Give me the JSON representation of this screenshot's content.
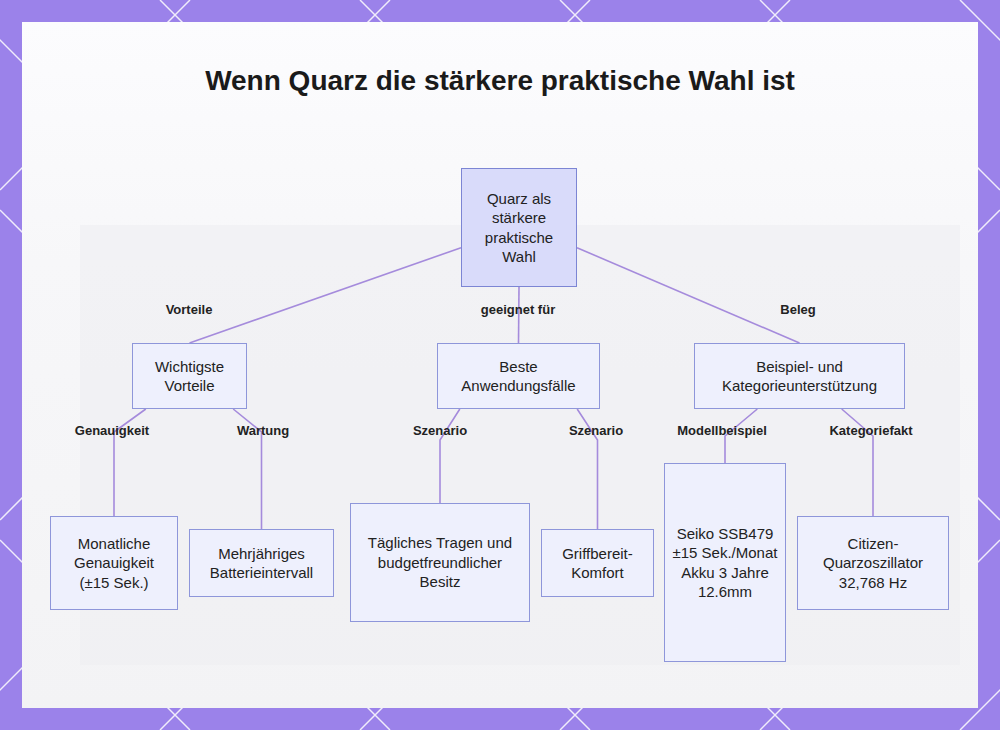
{
  "diagram": {
    "title": "Wenn Quarz die stärkere praktische Wahl ist",
    "nodes": [
      {
        "text": [
          "Quarz als stärkere praktische Wahl"
        ]
      },
      {
        "text": [
          "Wichtigste Vorteile"
        ]
      },
      {
        "text": [
          "Beste Anwendungsfälle"
        ]
      },
      {
        "text": [
          "Beispiel- und Kategorieunterstützung"
        ]
      },
      {
        "text": [
          "Monatliche Genauigkeit (±15 Sek.)"
        ]
      },
      {
        "text": [
          "Mehrjähriges Batterieintervall"
        ]
      },
      {
        "text": [
          "Tägliches Tragen und budgetfreundlicher Besitz"
        ]
      },
      {
        "text": [
          "Griffbereit-Komfort"
        ]
      },
      {
        "text": [
          "Seiko SSB479 ±15 Sek./Monat Akku 3 Jahre 12.6mm"
        ]
      },
      {
        "text": [
          "Citizen-Quarzoszillator 32,768 Hz"
        ]
      }
    ],
    "edges": [
      {
        "from": 0,
        "to": 1,
        "label": "Vorteile",
        "arrow": "none"
      },
      {
        "from": 0,
        "to": 2,
        "label": "geeignet für",
        "arrow": "none"
      },
      {
        "from": 0,
        "to": 3,
        "label": "Beleg",
        "arrow": "none"
      },
      {
        "from": 1,
        "to": 4,
        "label": "Genauigkeit",
        "arrow": "none"
      },
      {
        "from": 1,
        "to": 5,
        "label": "Wartung",
        "arrow": "none"
      },
      {
        "from": 2,
        "to": 6,
        "label": "Szenario",
        "arrow": "none"
      },
      {
        "from": 2,
        "to": 7,
        "label": "Szenario",
        "arrow": "none"
      },
      {
        "from": 3,
        "to": 8,
        "label": "Modellbeispiel",
        "arrow": "none"
      },
      {
        "from": 3,
        "to": 9,
        "label": "Kategoriefakt",
        "arrow": "none"
      }
    ]
  }
}
